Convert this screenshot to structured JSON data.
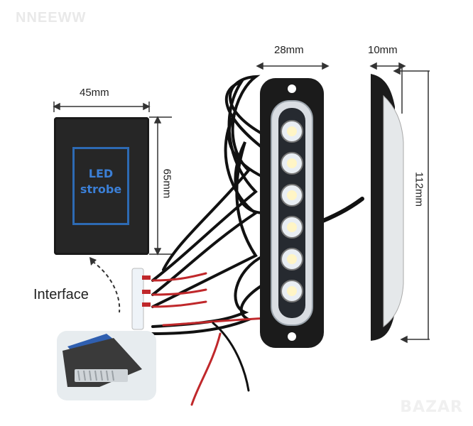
{
  "watermark": "NNEEWW",
  "dimensions": {
    "controller_width": "45mm",
    "controller_height": "65mm",
    "light_width": "28mm",
    "light_depth": "10mm",
    "light_length": "112mm"
  },
  "controller": {
    "line1": "LED",
    "line2": "strobe"
  },
  "interface_label": "Interface",
  "site_watermark": "BAZAR",
  "colors": {
    "accent_blue": "#2d6ab3",
    "body": "#1b1b1b",
    "wire_red": "#c0282b"
  },
  "led_count": 6
}
